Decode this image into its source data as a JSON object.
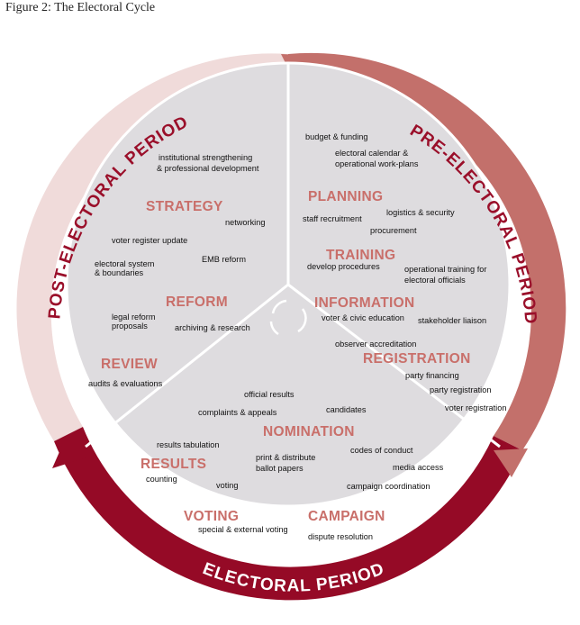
{
  "figure_title": "Figure 2: The Electoral Cycle",
  "periods": {
    "post": "POST-ELECTORAL PERIOD",
    "pre": "PRE-ELECTORAL PERIOD",
    "electoral": "ELECTORAL PERIOD"
  },
  "colors": {
    "light_band": "#f0dbda",
    "light_band_text": "#9a0f2a",
    "mid_band": "#c3706b",
    "dark_band": "#950a26",
    "inner_disc": "#dedcdf",
    "header_text": "#c96f6a"
  },
  "headings": {
    "strategy": "STRATEGY",
    "reform": "REFORM",
    "review": "REVIEW",
    "planning": "PLANNING",
    "training": "TRAINING",
    "information": "INFORMATION",
    "registration": "REGISTRATION",
    "nomination": "NOMINATION",
    "results": "RESULTS",
    "voting": "VOTING",
    "campaign": "CAMPAIGN"
  },
  "items": {
    "inst1": "institutional strengthening",
    "inst2": "& professional development",
    "networking": "networking",
    "voter_reg_update": "voter register update",
    "es1": "electoral system",
    "es2": "& boundaries",
    "emb_reform": "EMB reform",
    "legal1": "legal reform",
    "legal2": "proposals",
    "archiving": "archiving & research",
    "audits": "audits & evaluations",
    "budget": "budget & funding",
    "cal1": "electoral calendar &",
    "cal2": "operational work-plans",
    "staff": "staff recruitment",
    "logistics": "logistics & security",
    "procurement": "procurement",
    "develop": "develop procedures",
    "optrain1": "operational training for",
    "optrain2": "electoral officials",
    "civic": "voter & civic education",
    "stakeholder": "stakeholder liaison",
    "observer": "observer accreditation",
    "party_fin": "party financing",
    "party_reg": "party registration",
    "voter_reg": "voter registration",
    "official": "official results",
    "complaints": "complaints & appeals",
    "candidates": "candidates",
    "tabulation": "results tabulation",
    "print1": "print & distribute",
    "print2": "ballot papers",
    "codes": "codes of conduct",
    "media": "media access",
    "counting": "counting",
    "voting": "voting",
    "coordination": "campaign coordination",
    "special": "special & external voting",
    "dispute": "dispute resolution"
  }
}
